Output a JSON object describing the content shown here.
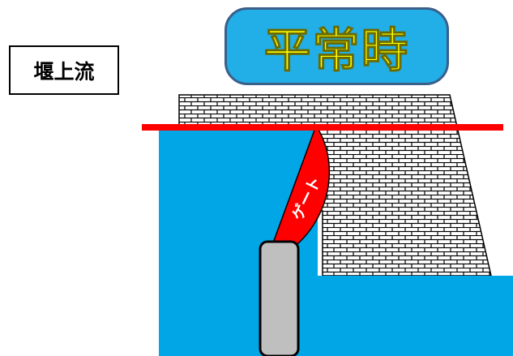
{
  "location_label": "堰上流",
  "status_label": "平常時",
  "gate_label": "ゲート",
  "colors": {
    "water": "#00a6e6",
    "pill": "#22aee6",
    "status_text": "#ffff00",
    "gate": "#ff0000",
    "water_level_line": "#ff0000",
    "pillar": "#bfbfbf",
    "brick": "#ffffff",
    "mortar": "#000000"
  }
}
